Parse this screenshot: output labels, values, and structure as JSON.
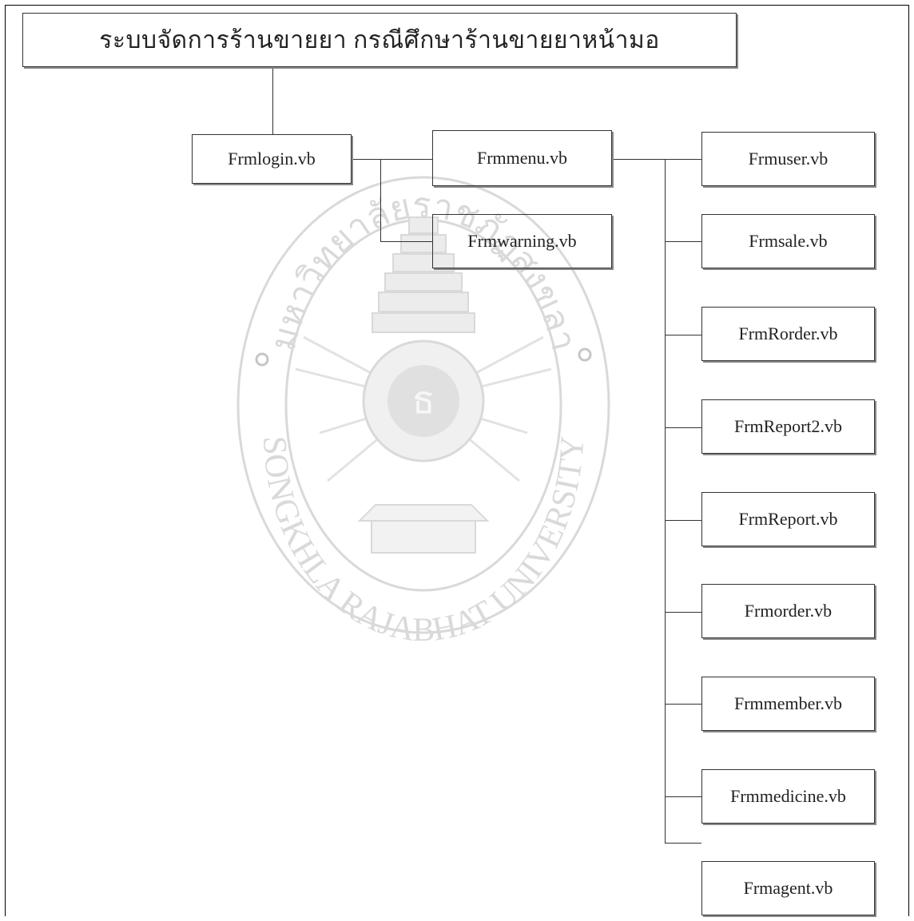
{
  "diagram": {
    "title": "ระบบจัดการร้านขายยา กรณีศึกษาร้านขายยาหน้ามอ",
    "login": "Frmlogin.vb",
    "menu": "Frmmenu.vb",
    "warning": "Frmwarning.vb",
    "children": [
      "Frmuser.vb",
      "Frmsale.vb",
      "FrmRorder.vb",
      "FrmReport2.vb",
      "FrmReport.vb",
      "Frmorder.vb",
      "Frmmember.vb",
      "Frmmedicine.vb",
      "Frmagent.vb"
    ]
  },
  "watermark": {
    "top_text": "มหาวิทยาลัยราชภัฏสงขลา",
    "bottom_text": "SONGKHLA RAJABHAT UNIVERSITY",
    "icon": "university-seal-icon"
  }
}
